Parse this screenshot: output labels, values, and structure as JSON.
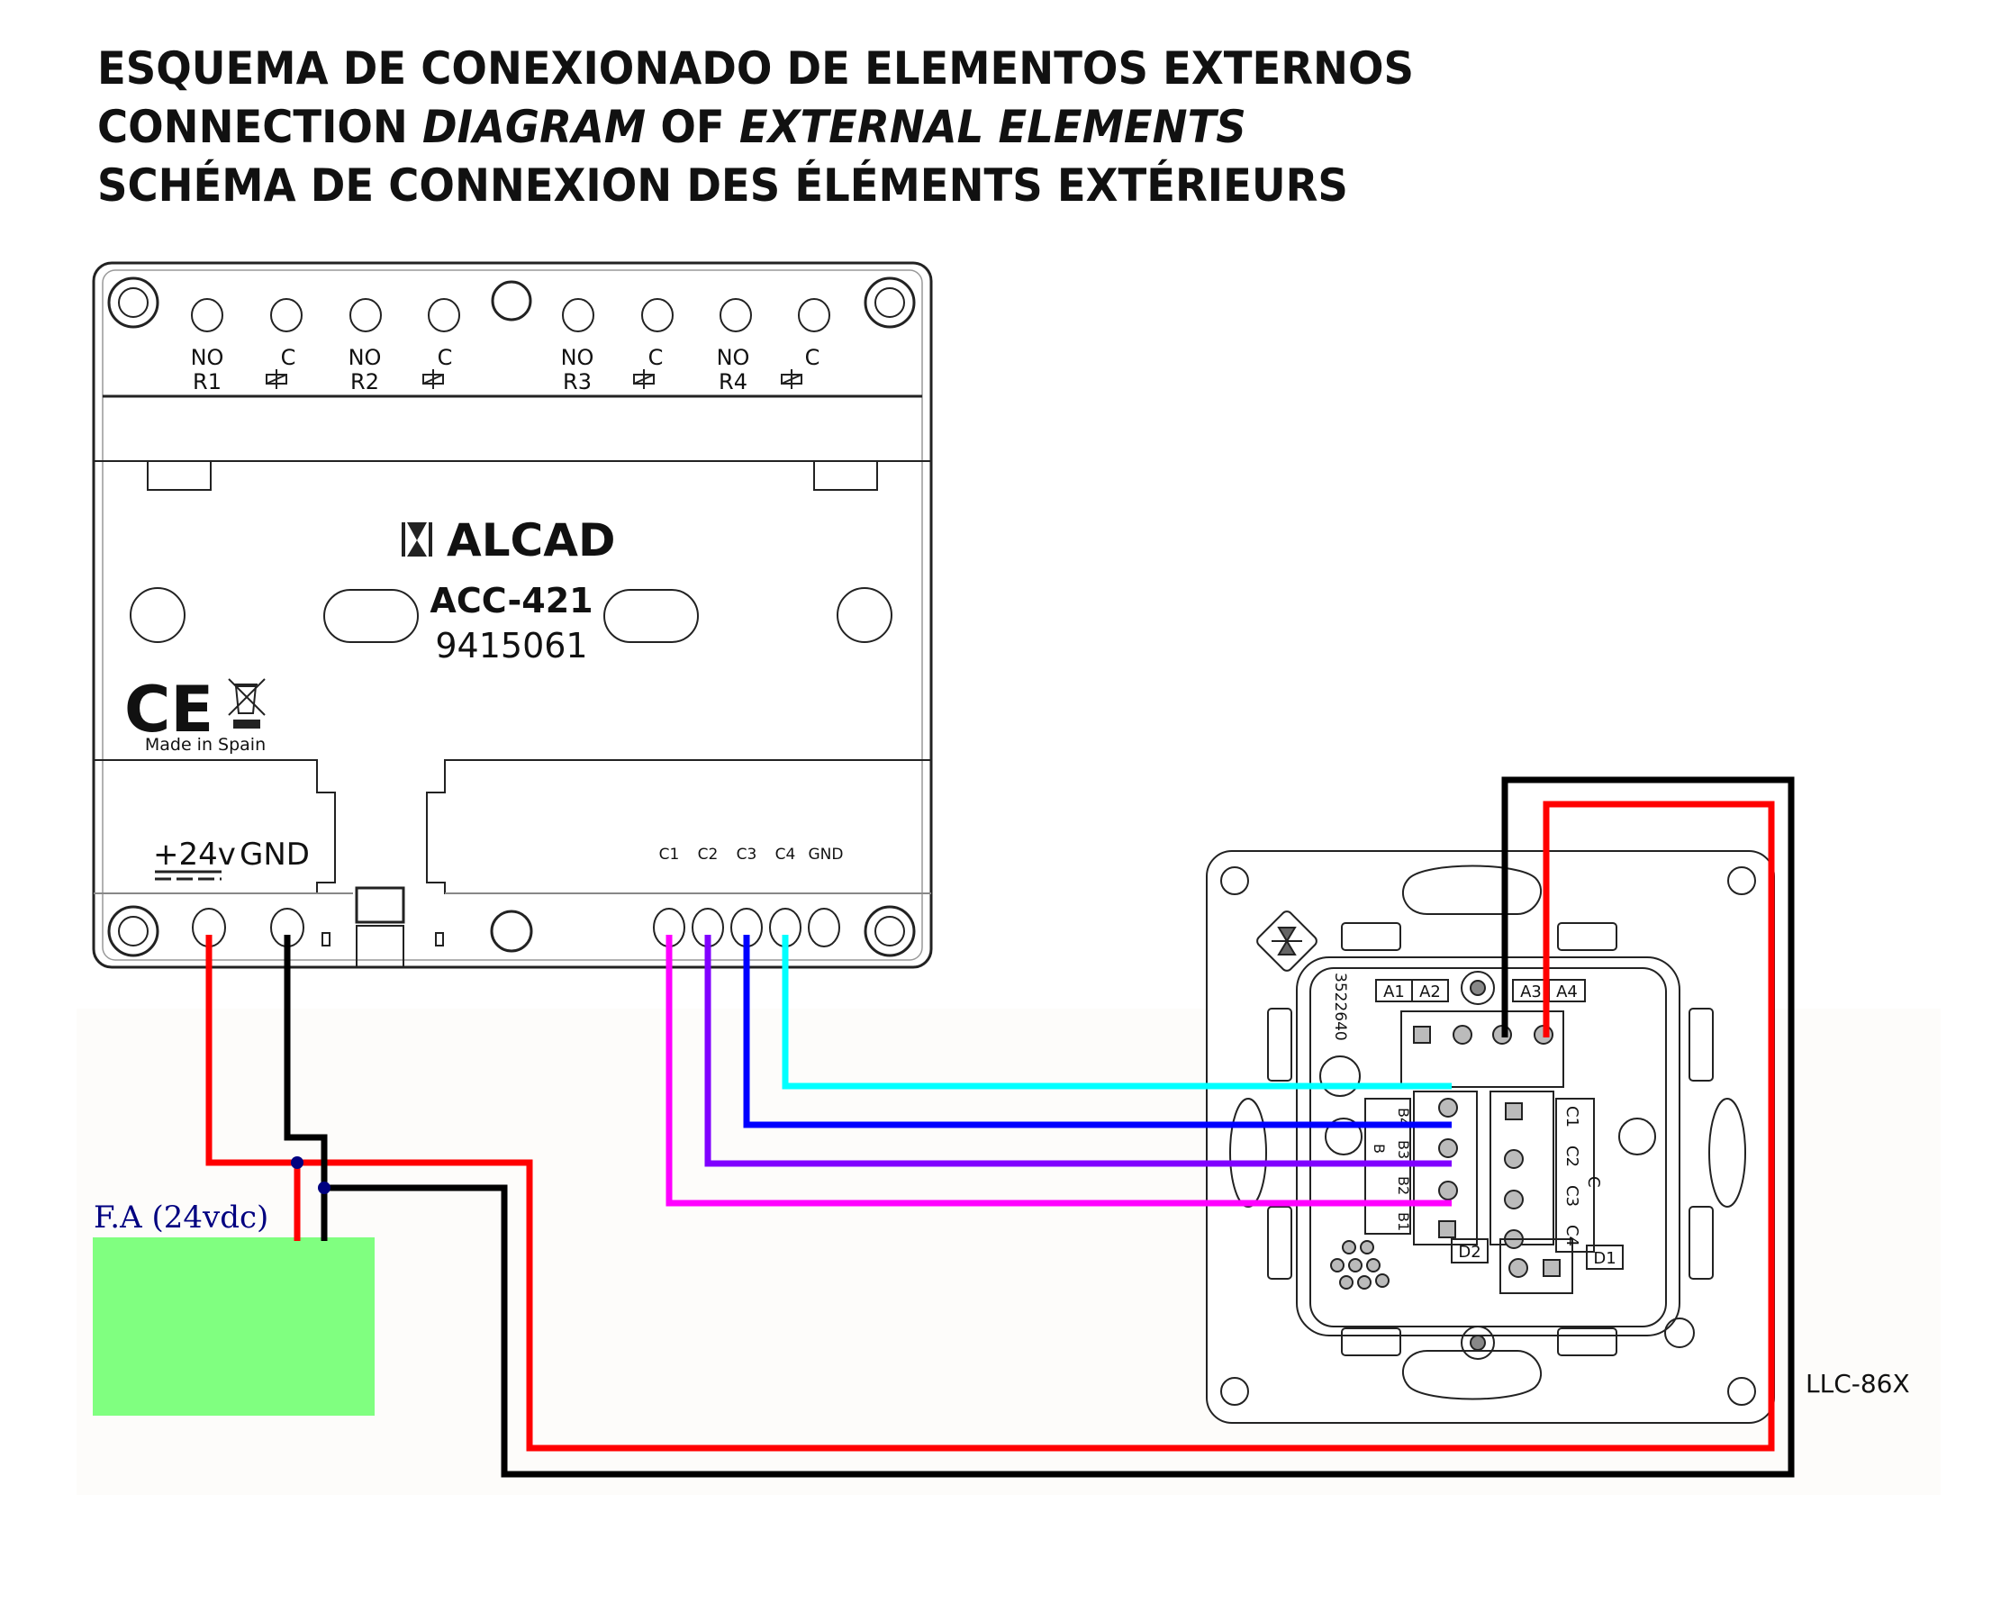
{
  "titles": {
    "spanish": "ESQUEMA DE CONEXIONADO DE ELEMENTOS EXTERNOS",
    "english_part1": "CONNECTION ",
    "english_part2": "DIAGRAM",
    "english_part3": " OF ",
    "english_part4": "EXTERNAL ELEMENTS",
    "french": "SCHÉMA DE CONNEXION DES ÉLÉMENTS EXTÉRIEURS"
  },
  "module": {
    "brand": "ALCAD",
    "model": "ACC-421",
    "code": "9415061",
    "made_in": "Made in Spain",
    "ce_mark": "CE",
    "relays": [
      {
        "no": "NO",
        "c": "C",
        "name": "R1"
      },
      {
        "no": "NO",
        "c": "C",
        "name": "R2"
      },
      {
        "no": "NO",
        "c": "C",
        "name": "R3"
      },
      {
        "no": "NO",
        "c": "C",
        "name": "R4"
      }
    ],
    "power_label_plus": "+24v",
    "power_label_gnd": "GND",
    "inputs": [
      "C1",
      "C2",
      "C3",
      "C4",
      "GND"
    ]
  },
  "power_supply": {
    "label": "F.A (24vdc)",
    "fill_color": "#80ff80",
    "label_color": "#000080"
  },
  "keypad": {
    "model": "LLC-86X",
    "code": "3522640",
    "terminals_a": [
      "A1",
      "A2",
      "A3",
      "A4"
    ],
    "terminals_b": [
      "B4",
      "B3",
      "B2",
      "B1"
    ],
    "terminals_b_group": "B",
    "terminals_c": [
      "C1",
      "C2",
      "C3",
      "C4"
    ],
    "terminals_c_group": "C",
    "terminals_d": [
      "D2",
      "D1"
    ]
  },
  "wires": {
    "power_positive": "#ff0000",
    "power_gnd": "#000000",
    "c1": "#ff00ff",
    "c2": "#8000ff",
    "c3": "#0000ff",
    "c4": "#00ffff",
    "junction": "#000080"
  }
}
